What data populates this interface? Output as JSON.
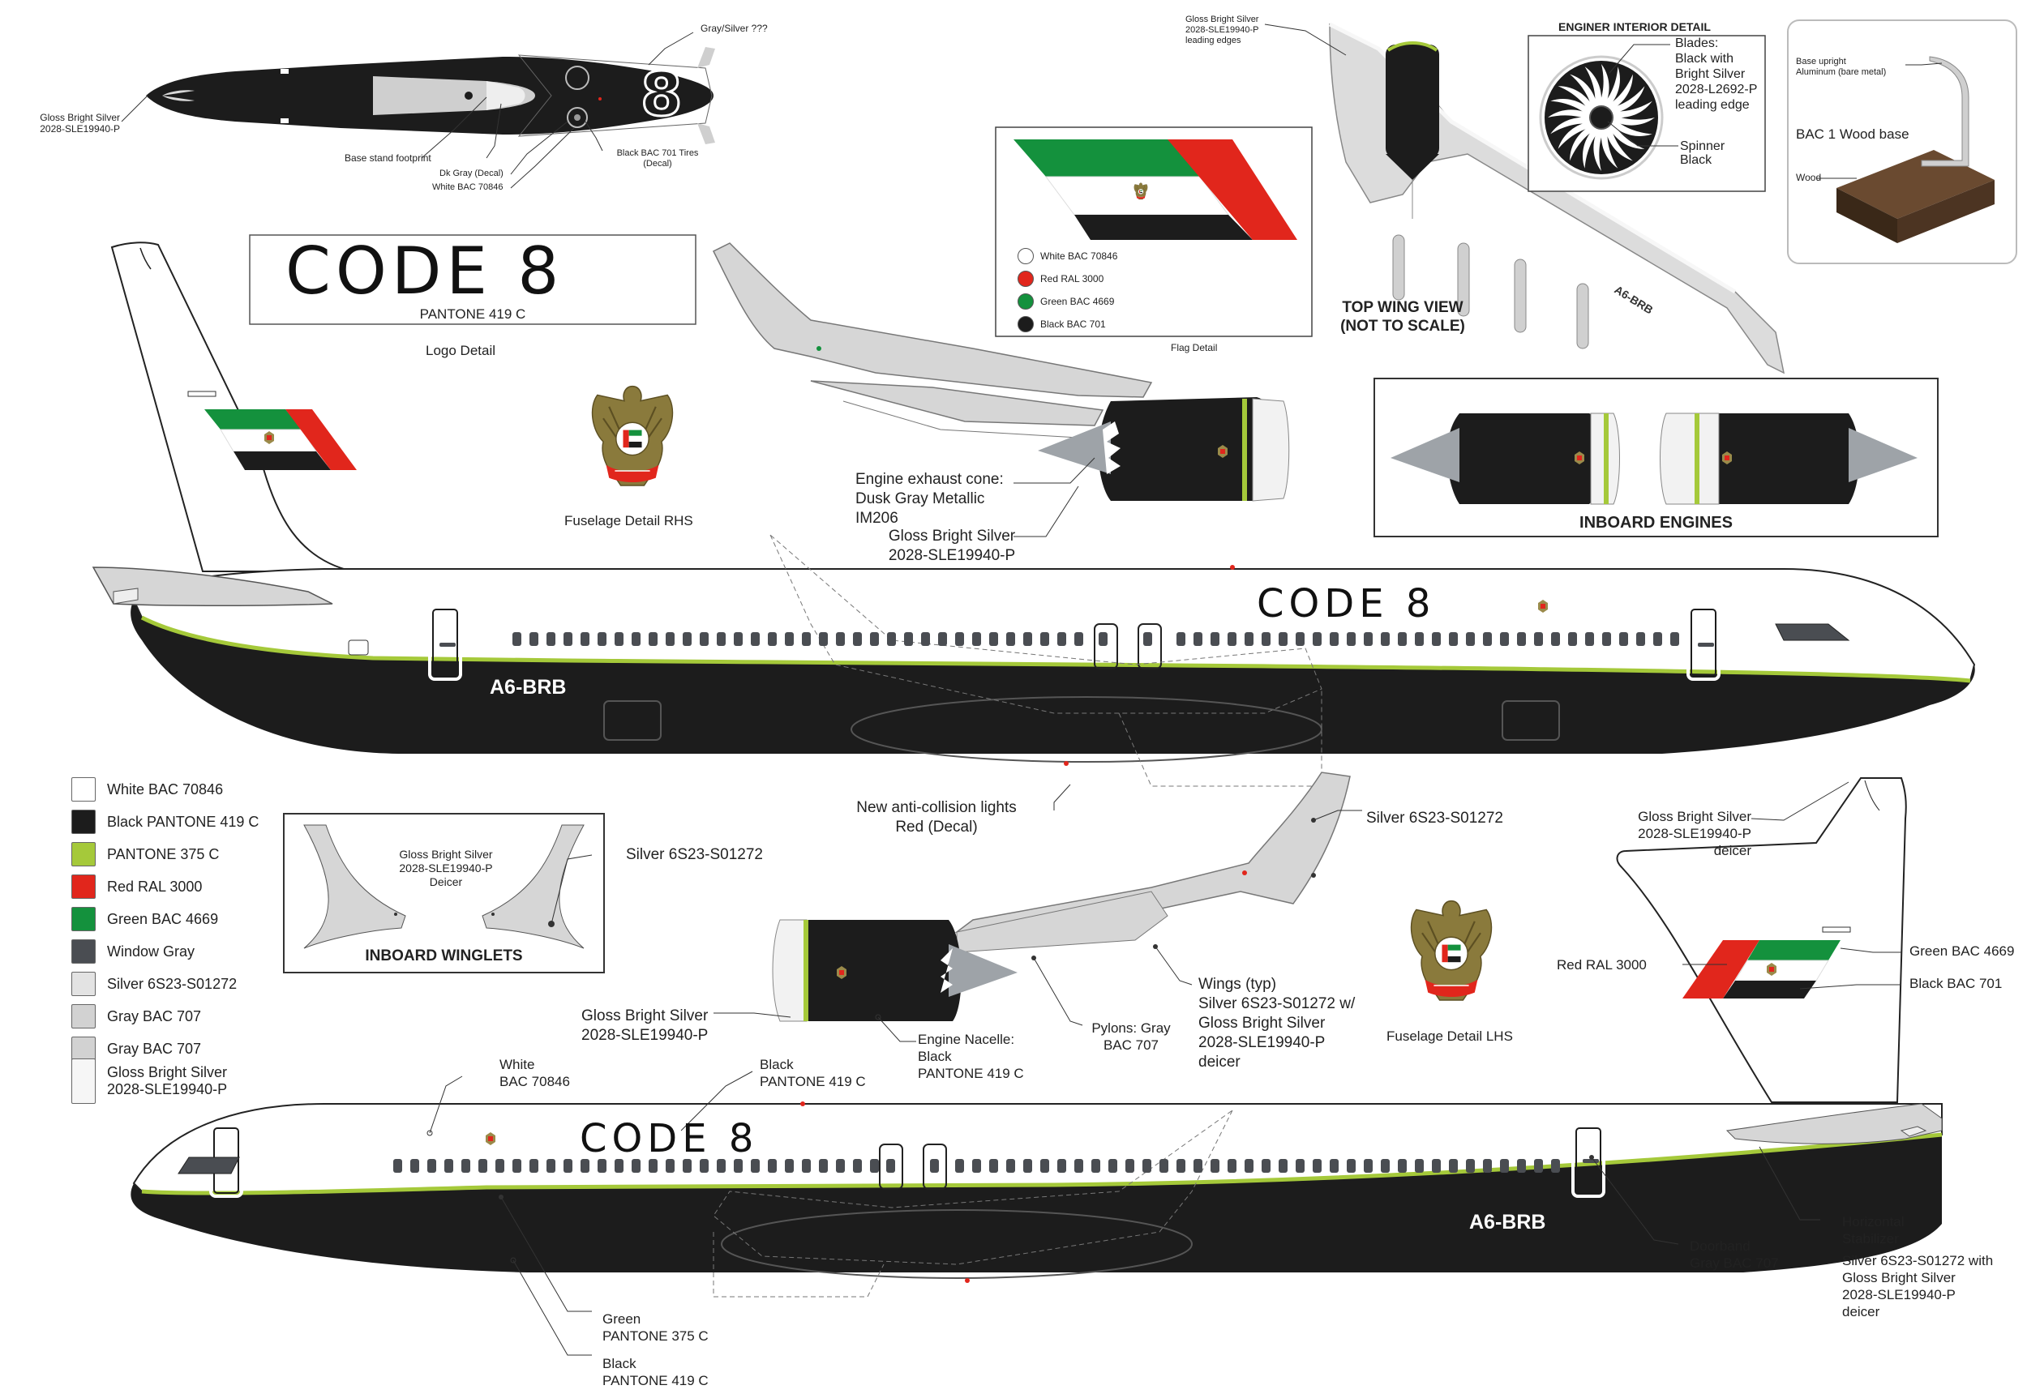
{
  "colors": {
    "black": "#1c1c1c",
    "white": "#ffffff",
    "green_stripe": "#a5c93a",
    "red": "#e1261c",
    "flag_green": "#14913d",
    "window_gray": "#4a4d52",
    "silver": "#d9d9d9",
    "gray707": "#cfcfcf",
    "gloss_silver": "#f2f2f2"
  },
  "top_view": {
    "gloss_label": "Gloss Bright Silver\n2028-SLE19940-P",
    "gray_silver": "Gray/Silver ???",
    "base_stand": "Base stand footprint",
    "dk_gray": "Dk Gray (Decal)",
    "white_bac": "White BAC 70846",
    "tires": "Black BAC 701 Tires\n(Decal)",
    "numeral": "8"
  },
  "logo_detail": {
    "logo_text": "CODE 8",
    "pantone": "PANTONE 419 C",
    "caption": "Logo Detail"
  },
  "emblem_rhs": {
    "caption": "Fuselage Detail RHS"
  },
  "emblem_lhs": {
    "caption": "Fuselage Detail LHS"
  },
  "flag_detail": {
    "caption": "Flag Detail",
    "items": [
      {
        "label": "White BAC 70846",
        "color": "#ffffff"
      },
      {
        "label": "Red RAL 3000",
        "color": "#e1261c"
      },
      {
        "label": "Green BAC 4669",
        "color": "#14913d"
      },
      {
        "label": "Black BAC 701",
        "color": "#1c1c1c"
      }
    ]
  },
  "wing_top": {
    "leading": "Gloss Bright Silver\n2028-SLE19940-P\nleading edges",
    "title": "TOP WING VIEW\n(NOT TO SCALE)",
    "reg": "A6-BRB"
  },
  "engine_interior": {
    "title": "ENGINER INTERIOR DETAIL",
    "blades": "Blades:\nBlack with\nBright Silver\n2028-L2692-P\nleading edge",
    "spinner": "Spinner\nBlack"
  },
  "base": {
    "upright": "Base upright\nAluminum (bare metal)",
    "bac1": "BAC 1 Wood base",
    "wood": "Wood"
  },
  "engine_side": {
    "exhaust": "Engine exhaust cone:\nDusk Gray Metallic\nIM206",
    "gloss": "Gloss Bright Silver\n2028-SLE19940-P"
  },
  "inboard_engines": {
    "title": "INBOARD ENGINES"
  },
  "rhs_plane": {
    "logo_text": "CODE 8",
    "reg": "A6-BRB"
  },
  "collision": {
    "text": "New anti-collision lights\nRed (Decal)"
  },
  "legend": [
    {
      "label": "White BAC 70846",
      "color": "#ffffff"
    },
    {
      "label": "Black PANTONE 419 C",
      "color": "#1c1c1c"
    },
    {
      "label": "PANTONE 375 C",
      "color": "#a5c93a"
    },
    {
      "label": "Red RAL 3000",
      "color": "#e1261c"
    },
    {
      "label": "Green BAC 4669",
      "color": "#14913d"
    },
    {
      "label": "Window Gray",
      "color": "#4a4d52"
    },
    {
      "label": "Silver 6S23-S01272",
      "color": "#e3e3e3"
    },
    {
      "label": "Gray BAC 707",
      "color": "#d2d2d2"
    },
    {
      "label": "Gray BAC 707",
      "color": "#d2d2d2"
    },
    {
      "label": "Gloss Bright Silver\n2028-SLE19940-P",
      "color": "#f6f6f6"
    }
  ],
  "inboard_winglets": {
    "title": "INBOARD WINGLETS",
    "gloss": "Gloss Bright Silver\n2028-SLE19940-P\nDeicer",
    "silver": "Silver 6S23-S01272"
  },
  "lhs_wing": {
    "silver": "Silver 6S23-S01272",
    "gloss": "Gloss Bright Silver\n2028-SLE19940-P",
    "nacelle": "Engine Nacelle:\nBlack\nPANTONE 419 C",
    "pylons": "Pylons: Gray\nBAC 707",
    "wings": "Wings (typ)\nSilver 6S23-S01272 w/\nGloss Bright Silver\n2028-SLE19940-P\ndeicer"
  },
  "lhs_tail": {
    "gloss": "Gloss Bright Silver\n2028-SLE19940-P\ndeicer",
    "red": "Red RAL 3000",
    "green": "Green BAC 4669",
    "black": "Black BAC 701"
  },
  "lhs_plane": {
    "logo_text": "CODE 8",
    "reg": "A6-BRB",
    "white": "White\nBAC 70846",
    "black_top": "Black\nPANTONE 419 C",
    "green": "Green\nPANTONE 375 C",
    "black_bottom": "Black\nPANTONE 419 C",
    "doorband": "Doorband\nGray BAC 707",
    "hstab_title": "Horizontal\nStabilizer",
    "hstab_detail": "Silver 6S23-S01272 with\nGloss Bright Silver\n2028-SLE19940-P\ndeicer"
  }
}
